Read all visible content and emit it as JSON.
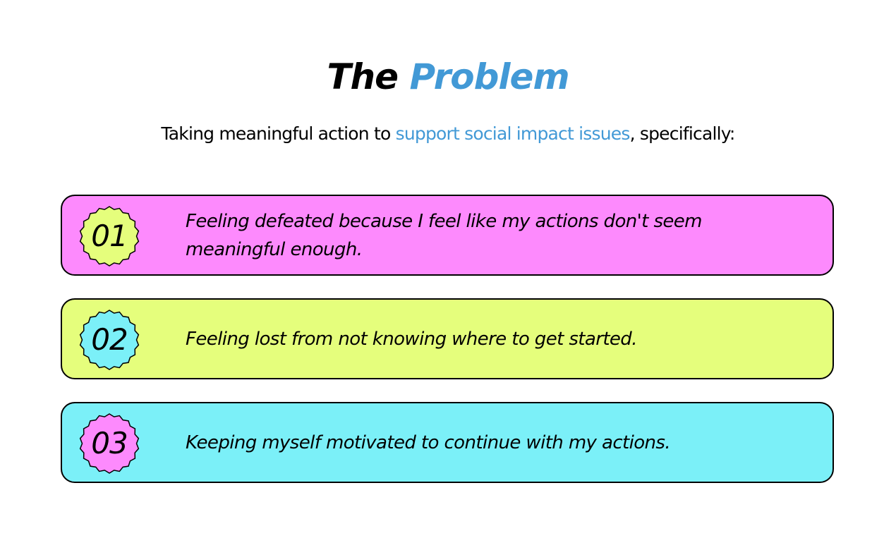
{
  "header": {
    "title_part1": "The ",
    "title_part2": "Problem",
    "accent_color": "#4299d6"
  },
  "subtitle": {
    "part1": "Taking meaningful action to ",
    "part2": "support social impact issues",
    "part3": ", specifically:"
  },
  "items": [
    {
      "number": "01",
      "text": "Feeling defeated because I feel like my actions don't seem meaningful enough.",
      "card_color": "#fd8afd",
      "badge_color": "#e5fe7c",
      "badge_icon": "starburst-badge-icon"
    },
    {
      "number": "02",
      "text": "Feeling lost from not knowing where to get started.",
      "card_color": "#e5fe7c",
      "badge_color": "#7bf0f8",
      "badge_icon": "starburst-badge-icon"
    },
    {
      "number": "03",
      "text": "Keeping myself motivated to continue with my actions.",
      "card_color": "#7bf0f8",
      "badge_color": "#fd8afd",
      "badge_icon": "starburst-badge-icon"
    }
  ]
}
